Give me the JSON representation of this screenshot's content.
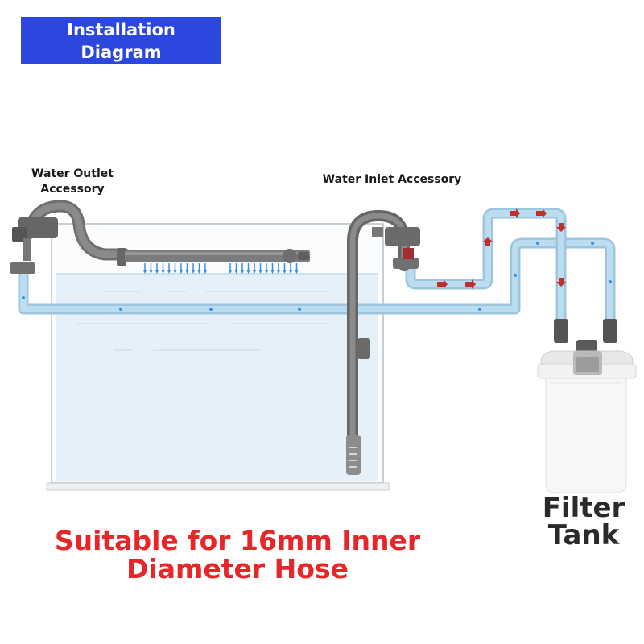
{
  "banner": {
    "line1": "Installation",
    "line2": "Diagram"
  },
  "labels": {
    "outlet_line1": "Water Outlet",
    "outlet_line2": "Accessory",
    "inlet": "Water Inlet Accessory",
    "tank_line1": "Filter",
    "tank_line2": "Tank"
  },
  "caption": {
    "line1": "Suitable for 16mm Inner",
    "line2": "Diameter Hose"
  },
  "icons": [
    "outlet-spray-bar-icon",
    "inlet-intake-pipe-icon",
    "filter-canister-icon",
    "flow-arrow-icon",
    "water-drop-icon"
  ],
  "colors": {
    "banner": "#2c47e0",
    "caption": "#e8262a",
    "hose": "#a9cfe6",
    "water": "#e6f0f8",
    "fitting": "#6f6f6f",
    "flow_arrow": "#c0302a",
    "spray": "#3a8fe0"
  }
}
